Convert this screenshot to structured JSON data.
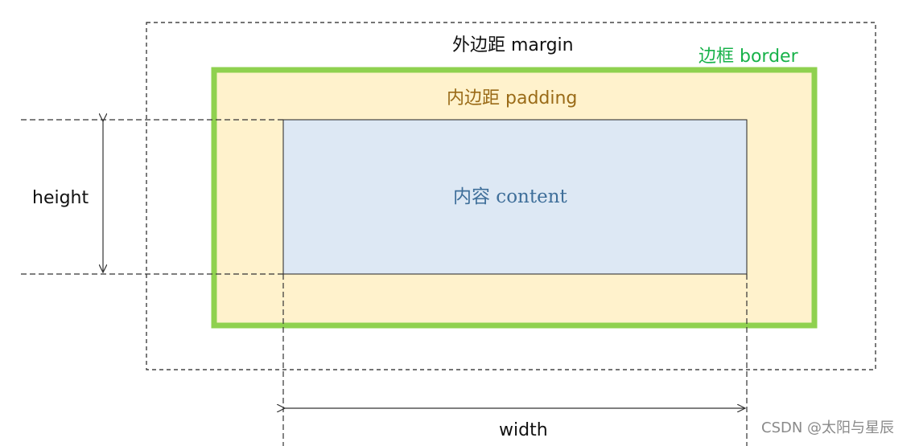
{
  "diagram": {
    "title": "",
    "labels": {
      "margin": "外边距 margin",
      "border": "边框 border",
      "padding": "内边距 padding",
      "content": "内容 content",
      "height": "height",
      "width": "width"
    },
    "colors": {
      "margin_line": "#222222",
      "border": "#8fd14f",
      "padding_fill": "#fff2cc",
      "content_fill": "#dde8f4",
      "content_text": "#3f6f9a",
      "padding_text": "#9a6b18",
      "border_text": "#18b24a",
      "dimension_line": "#333333"
    },
    "watermark": "CSDN @太阳与星辰"
  }
}
